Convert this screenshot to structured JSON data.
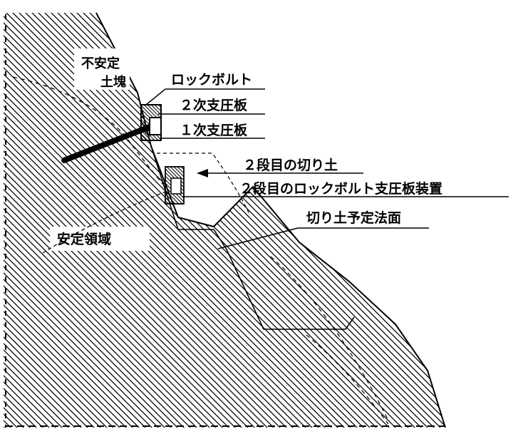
{
  "labels": {
    "unstable_block_line1": "不安定",
    "unstable_block_line2": "土塊",
    "rock_bolt": "ロックボルト",
    "secondary_bearing_plate": "２次支圧板",
    "primary_bearing_plate": "１次支圧板",
    "second_stage_cut": "２段目の切り土",
    "second_stage_bolt_plate_device": "２段目のロックボルト支圧板装置",
    "planned_cut_slope": "切り土予定法面",
    "stable_zone": "安定領域"
  },
  "colors": {
    "ink": "#000000",
    "paper": "#ffffff"
  }
}
